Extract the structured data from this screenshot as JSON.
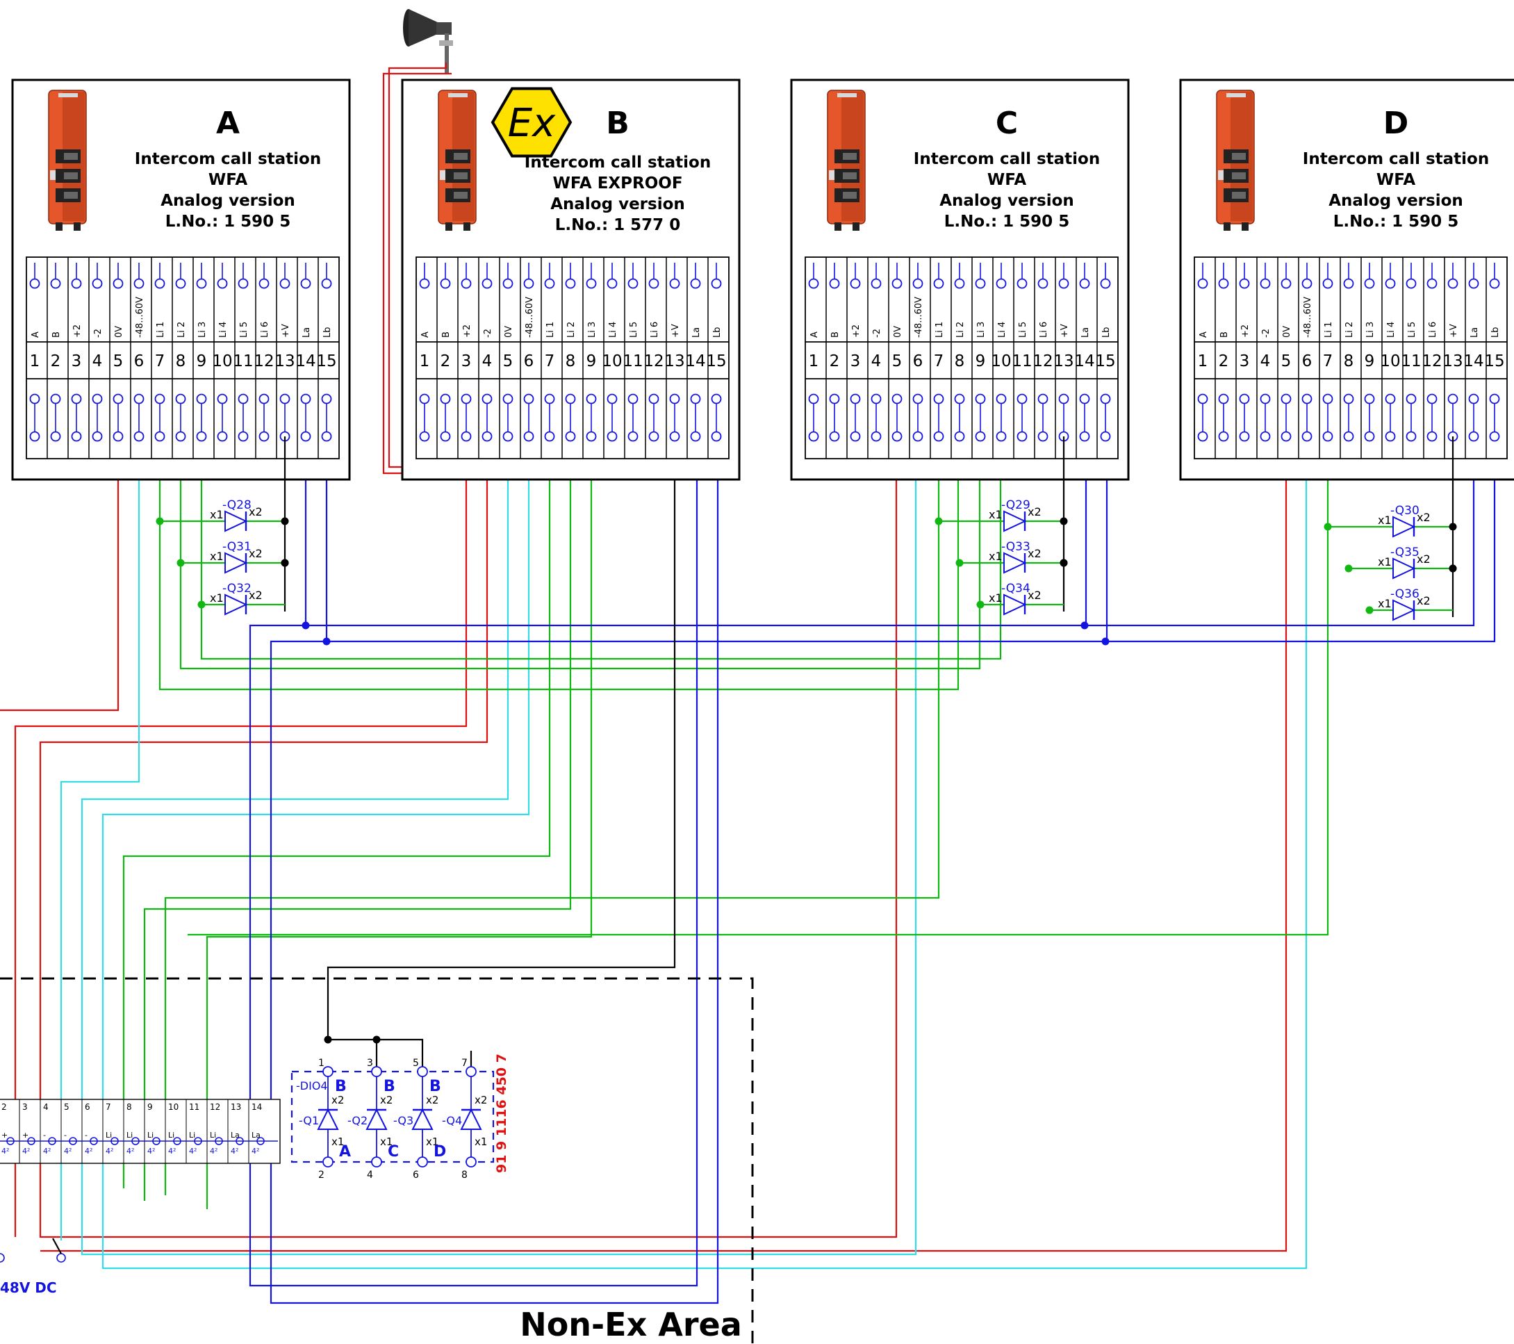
{
  "colors": {
    "red": "#e01010",
    "cyan": "#33dde8",
    "green": "#12b812",
    "blue": "#1414e0",
    "black": "#000000",
    "ex_yellow": "#ffe100",
    "station_orange": "#e5572a"
  },
  "stations": [
    {
      "letter": "A",
      "lines": [
        "Intercom call station",
        "WFA",
        "Analog version",
        "L.No.: 1 590 5"
      ]
    },
    {
      "letter": "B",
      "lines": [
        "Intercom call station",
        "WFA EXPROOF",
        "Analog version",
        "L.No.: 1 577 0"
      ]
    },
    {
      "letter": "C",
      "lines": [
        "Intercom call station",
        "WFA",
        "Analog version",
        "L.No.: 1 590 5"
      ]
    },
    {
      "letter": "D",
      "lines": [
        "Intercom call station",
        "WFA",
        "Analog version",
        "L.No.: 1 590 5"
      ]
    }
  ],
  "ex_symbol": "Ex",
  "terminal_labels": [
    "A",
    "B",
    "+2",
    "-2",
    "0V",
    "-48...60V",
    "Li 1",
    "Li 2",
    "Li 3",
    "Li 4",
    "Li 5",
    "Li 6",
    "+V",
    "La",
    "Lb"
  ],
  "terminal_numbers": [
    "1",
    "2",
    "3",
    "4",
    "5",
    "6",
    "7",
    "8",
    "9",
    "10",
    "11",
    "12",
    "13",
    "14",
    "15"
  ],
  "diodes": {
    "A": [
      "-Q28",
      "-Q31",
      "-Q32"
    ],
    "C": [
      "-Q29",
      "-Q33",
      "-Q34"
    ],
    "D": [
      "-Q30",
      "-Q35",
      "-Q36"
    ]
  },
  "diode_pins": {
    "in": "x1",
    "out": "x2"
  },
  "dio_module": {
    "name": "-DIO4",
    "part_number": "91 9 1116 450 7",
    "diodes": [
      "-Q1",
      "-Q2",
      "-Q3",
      "-Q4"
    ],
    "top_labels": [
      "B",
      "B",
      "B",
      ""
    ],
    "bottom_labels": [
      "A",
      "C",
      "D",
      ""
    ],
    "top_pins": [
      "1",
      "3",
      "5",
      "7"
    ],
    "bottom_pins": [
      "2",
      "4",
      "6",
      "8"
    ]
  },
  "bottom_strip": {
    "numbers": [
      "2",
      "3",
      "4",
      "5",
      "6",
      "7",
      "8",
      "9",
      "10",
      "11",
      "12",
      "13",
      "14"
    ],
    "signs": [
      "+",
      "+",
      "-",
      "-",
      "-",
      "Li",
      "Li",
      "Li",
      "Li",
      "Li",
      "Li",
      "La",
      "La"
    ],
    "sub": "4²"
  },
  "supply_label": "48V DC",
  "area_label": "Non-Ex Area"
}
